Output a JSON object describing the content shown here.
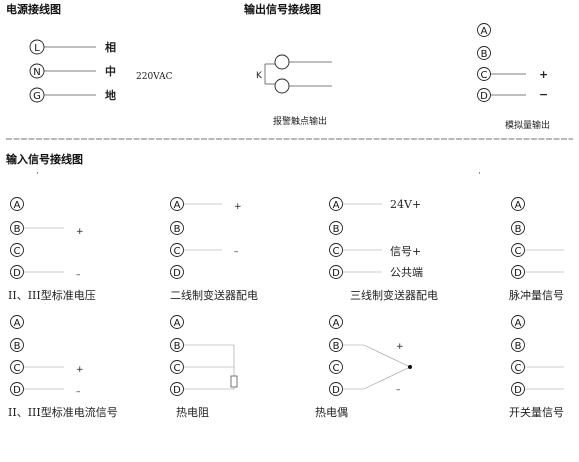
{
  "sections": {
    "power": "电源接线图",
    "output": "输出信号接线图",
    "input": "输入信号接线图"
  },
  "power": {
    "terminals": [
      "L",
      "N",
      "G"
    ],
    "labels": [
      "相",
      "中",
      "地"
    ],
    "voltage": "220VAC"
  },
  "relay": {
    "k_label": "K",
    "caption": "报警触点输出"
  },
  "analog_output": {
    "terminals": [
      "A",
      "B",
      "C",
      "D"
    ],
    "plus": "+",
    "minus": "−",
    "caption": "模拟量输出"
  },
  "divider": "————————————————————————————————————————————————————————————————————————————————————————————————",
  "input_diagrams": {
    "row1": [
      {
        "terminals": [
          "A",
          "B",
          "C",
          "D"
        ],
        "plus": "+",
        "minus": "–",
        "caption": "II、III型标准电压"
      },
      {
        "terminals": [
          "A",
          "B",
          "C",
          "D"
        ],
        "plus": "+",
        "minus": "–",
        "caption": "二线制变送器配电"
      },
      {
        "terminals": [
          "A",
          "B",
          "C",
          "D"
        ],
        "top_label": "24V+",
        "mid_label": "信号+",
        "bot_label": "公共端",
        "caption": "三线制变送器配电"
      },
      {
        "terminals": [
          "A",
          "B",
          "C",
          "D"
        ],
        "caption": "脉冲量信号"
      }
    ],
    "row2": [
      {
        "terminals": [
          "A",
          "B",
          "C",
          "D"
        ],
        "plus": "+",
        "minus": "–",
        "caption": "II、III型标准电流信号"
      },
      {
        "terminals": [
          "A",
          "B",
          "C",
          "D"
        ],
        "caption": "热电阻"
      },
      {
        "terminals": [
          "A",
          "B",
          "C",
          "D"
        ],
        "plus": "+",
        "minus": "–",
        "caption": "热电偶"
      },
      {
        "terminals": [
          "A",
          "B",
          "C",
          "D"
        ],
        "caption": "开关量信号"
      }
    ]
  }
}
